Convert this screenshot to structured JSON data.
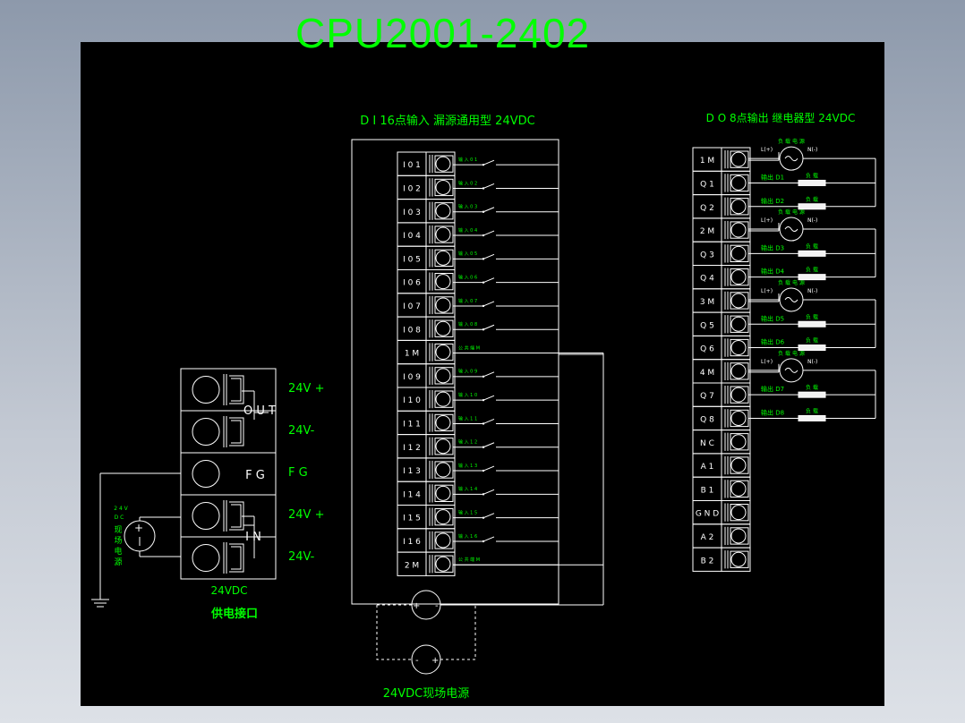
{
  "title": "CPU2001-2402",
  "di": {
    "header": "D I 16点输入 漏源通用型 24VDC",
    "rows": [
      {
        "t": "I 0 1",
        "w": "输 入 0 1",
        "sw": true
      },
      {
        "t": "I 0 2",
        "w": "输 入 0 2",
        "sw": true
      },
      {
        "t": "I 0 3",
        "w": "输 入 0 3",
        "sw": true
      },
      {
        "t": "I 0 4",
        "w": "输 入 0 4",
        "sw": true
      },
      {
        "t": "I 0 5",
        "w": "输 入 0 5",
        "sw": true
      },
      {
        "t": "I 0 6",
        "w": "输 入 0 6",
        "sw": true
      },
      {
        "t": "I 0 7",
        "w": "输 入 0 7",
        "sw": true
      },
      {
        "t": "I 0 8",
        "w": "输 入 0 8",
        "sw": true
      },
      {
        "t": "1 M",
        "w": "公 共 端 M",
        "sw": false
      },
      {
        "t": "I 0 9",
        "w": "输 入 0 9",
        "sw": true
      },
      {
        "t": "I 1 0",
        "w": "输 入 1 0",
        "sw": true
      },
      {
        "t": "I 1 1",
        "w": "输 入 1 1",
        "sw": true
      },
      {
        "t": "I 1 2",
        "w": "输 入 1 2",
        "sw": true
      },
      {
        "t": "I 1 3",
        "w": "输 入 1 3",
        "sw": true
      },
      {
        "t": "I 1 4",
        "w": "输 入 1 4",
        "sw": true
      },
      {
        "t": "I 1 5",
        "w": "输 入 1 5",
        "sw": true
      },
      {
        "t": "I 1 6",
        "w": "输 入 1 6",
        "sw": true
      },
      {
        "t": "2 M",
        "w": "公 共 端 M",
        "sw": false
      }
    ]
  },
  "do": {
    "header": "D O  8点输出 继电器型  24VDC",
    "rows": [
      "1 M",
      "Q 1",
      "Q 2",
      "2 M",
      "Q 3",
      "Q 4",
      "3 M",
      "Q 5",
      "Q 6",
      "4 M",
      "Q 7",
      "Q 8",
      "N C",
      "A 1",
      "B 1",
      "G N D",
      "A 2",
      "B 2"
    ],
    "source_label": "负 载 电 源",
    "l_plus": "L(+)",
    "n_minus": "N(-)",
    "load_label": "负 载",
    "outputs": [
      {
        "row": 1,
        "label": "输出 D1"
      },
      {
        "row": 2,
        "label": "输出 D2"
      },
      {
        "row": 4,
        "label": "输出 D3"
      },
      {
        "row": 5,
        "label": "输出 D4"
      },
      {
        "row": 7,
        "label": "输出 D5"
      },
      {
        "row": 8,
        "label": "输出 D6"
      },
      {
        "row": 10,
        "label": "输出 D7"
      },
      {
        "row": 11,
        "label": "输出 D8"
      }
    ],
    "sources": [
      0,
      3,
      6,
      9
    ]
  },
  "power": {
    "out_label": "O U T",
    "fg_label": "F G",
    "in_label": "I N",
    "side_labels": [
      "24V +",
      "24V-",
      "F G",
      "24V +",
      "24V-"
    ],
    "voltage": "24VDC",
    "caption": "供电接口",
    "source_caption": [
      "2 4 V",
      "D C",
      "现",
      "场",
      "电",
      "源"
    ]
  },
  "field_power": {
    "caption": "24VDC现场电源"
  },
  "colors": {
    "board": "#000000",
    "line": "#ffffff",
    "green": "#00ff00",
    "accent": "#00ff00"
  }
}
